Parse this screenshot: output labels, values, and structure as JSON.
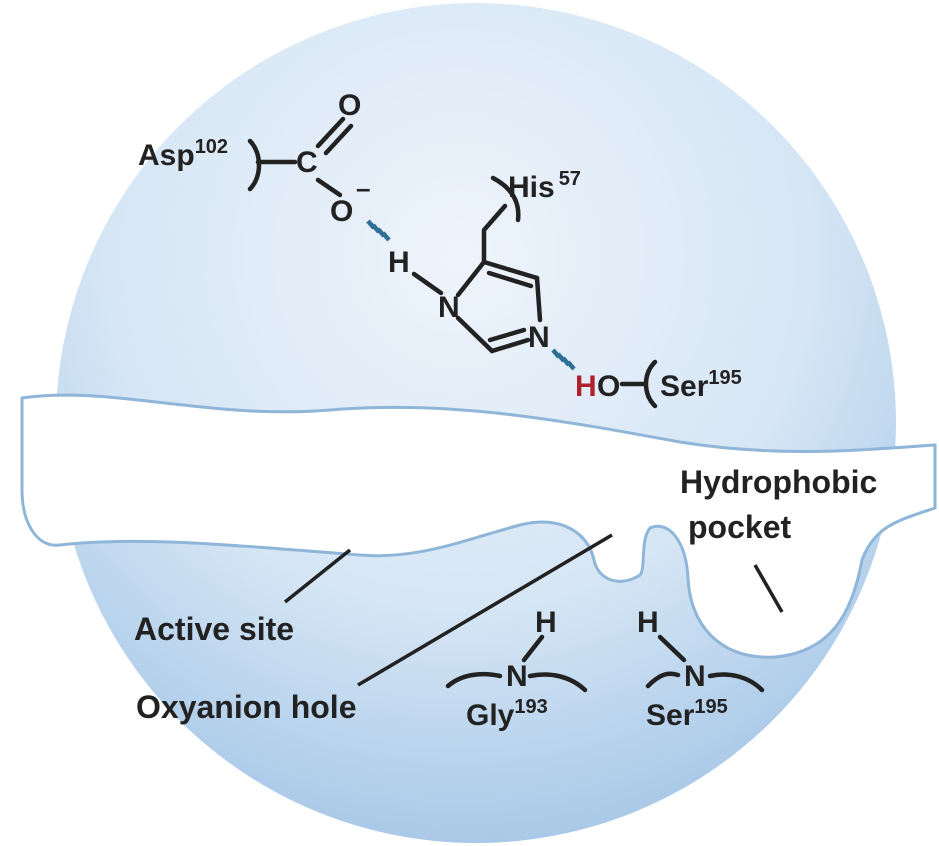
{
  "residues": {
    "asp": {
      "name": "Asp",
      "num": "102"
    },
    "his": {
      "name": "His",
      "num": "57"
    },
    "ser_top": {
      "name": "Ser",
      "num": "195"
    },
    "gly": {
      "name": "Gly",
      "num": "193"
    },
    "ser_bottom": {
      "name": "Ser",
      "num": "195"
    }
  },
  "atoms": {
    "carbon": "C",
    "oxygen_double": "O",
    "oxygen_minus": "O",
    "minus": "–",
    "hydrogen_his": "H",
    "nitrogen_his_1": "N",
    "nitrogen_his_2": "N",
    "ser_hydrogen": "H",
    "ser_oxygen": "O",
    "gly_hydrogen": "H",
    "gly_nitrogen": "N",
    "ser2_hydrogen": "H",
    "ser2_nitrogen": "N"
  },
  "labels": {
    "hydrophobic_pocket_line1": "Hydrophobic",
    "hydrophobic_pocket_line2": "pocket",
    "active_site": "Active site",
    "oxyanion_hole": "Oxyanion hole"
  },
  "colors": {
    "sphere_center": "#eef4fb",
    "sphere_edge": "#a9c9e8",
    "cleft_fill": "#ffffff",
    "cleft_stroke": "#8fb6d9",
    "hbond": "#2f6f94",
    "highlight_hydrogen": "#b0222b",
    "text": "#222222"
  }
}
